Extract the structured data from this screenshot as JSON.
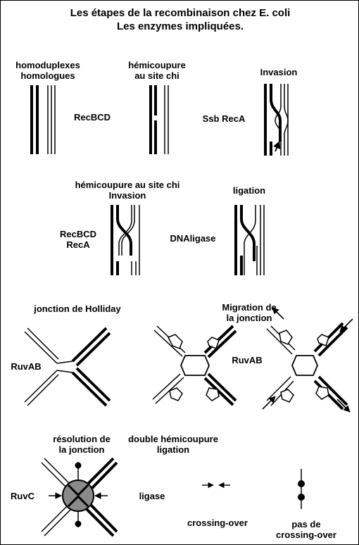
{
  "title": {
    "line1": "Les étapes de la recombinaison chez E. coli",
    "line2": "Les enzymes impliquées."
  },
  "row1": {
    "homoduplex": [
      "homoduplexes",
      "homologues"
    ],
    "recbcd": "RecBCD",
    "nick": [
      "hémicoupure",
      "au site chi"
    ],
    "ssb_reca": "Ssb RecA",
    "invasion": "Invasion"
  },
  "row2": {
    "nick_invasion": [
      "hémicoupure au site chi",
      "Invasion"
    ],
    "enzymes": [
      "RecBCD",
      "RecA"
    ],
    "dnaligase": "DNAligase",
    "ligation": "ligation"
  },
  "row3": {
    "holliday": "jonction de Holliday",
    "ruvab_left": "RuvAB",
    "ruvab_right": "RuvAB",
    "migration": [
      "Migration de",
      "la jonction"
    ]
  },
  "row4": {
    "resolution": [
      "résolution de",
      "la jonction"
    ],
    "double_nick": [
      "double hémicoupure",
      "ligation"
    ],
    "ruvc": "RuvC",
    "ligase": "ligase",
    "crossing_over": "crossing-over",
    "no_crossing_over": [
      "pas de",
      "crossing-over"
    ]
  }
}
